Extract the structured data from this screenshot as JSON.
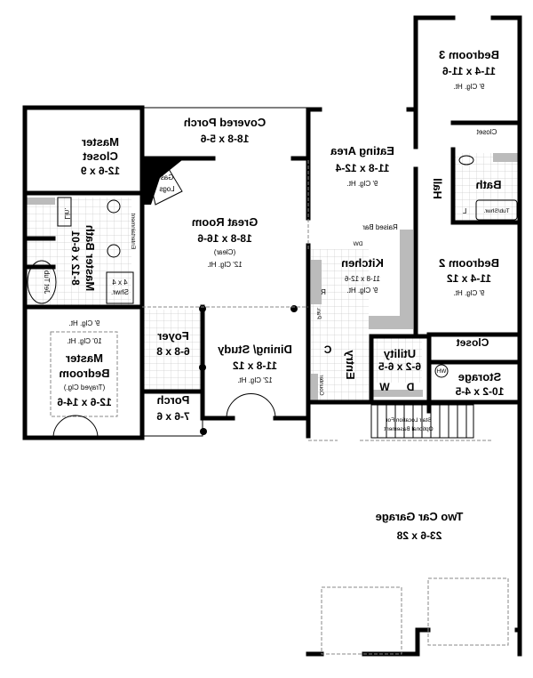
{
  "rooms": {
    "master_closet": {
      "name1": "Master",
      "name2": "Closet",
      "size": "12-6 x 9"
    },
    "covered_porch": {
      "name": "Covered Porch",
      "size": "18-8 x 5-6"
    },
    "gas_logs": {
      "line1": "Gas",
      "line2": "Logs"
    },
    "great_room": {
      "name": "Great Room",
      "size": "18-8 x 16-6",
      "note": "(Clear)",
      "ceiling": "12' Clg. Ht."
    },
    "entertainment": "Entertainment",
    "master_bath": {
      "name": "Master Bath",
      "size": "8-12 x 6-01"
    },
    "linen": "Lin.",
    "jet_tub": "Jet Tub",
    "shower": {
      "line1": "4 x 4",
      "line2": "Shwr."
    },
    "eating_area": {
      "name": "Eating Area",
      "size": "11-8 x 12-4",
      "ceiling": "9' Clg. Ht."
    },
    "hall": "Hall",
    "bedroom3": {
      "name": "Bedroom 3",
      "size": "11-4 x 11-6",
      "ceiling": "9' Clg. Ht."
    },
    "closet3": "Closet",
    "bath": "Bath",
    "tub_shower": "Tub/Shwr.",
    "linen_small": "L",
    "raised_bar": "Raised Bar",
    "dishwasher": "DW",
    "kitchen": {
      "name": "Kitchen",
      "size": "11-8 x 12-6",
      "ceiling": "9' Clg. Ht."
    },
    "refrigerator": "R",
    "pantry": "Pan.",
    "bedroom2": {
      "name": "Bedroom 2",
      "size": "11-4 x 12",
      "ceiling": "9' Clg. Ht."
    },
    "closet2": "Closet",
    "storage": {
      "name": "Storage",
      "size": "10-2 x 4-5"
    },
    "water_heater": "WH",
    "utility": {
      "name": "Utility",
      "size": "6-2 x 6-5",
      "washer": "W",
      "dryer": "D"
    },
    "entry": "Entry",
    "coat_closet": "C",
    "counter": "Counter",
    "stair": {
      "line1": "Stair Location For",
      "line2": "Optional Basement"
    },
    "garage": {
      "name": "Two Car Garage",
      "size": "23-6 x 28"
    },
    "master_bedroom": {
      "ceiling1": "9' Clg. Ht.",
      "ceiling2": "10' Clg. Ht.",
      "name1": "Master",
      "name2": "Bedroom",
      "note": "(Trayed Clg.)",
      "size": "12-6 x 14-6"
    },
    "foyer": {
      "name": "Foyer",
      "size": "6-8 x 8"
    },
    "dining_study": {
      "name": "Dining/ Study",
      "size": "11-8 x 12",
      "ceiling": "12' Clg. Ht."
    },
    "porch": {
      "name": "Porch",
      "size": "7-6 x 6"
    }
  }
}
